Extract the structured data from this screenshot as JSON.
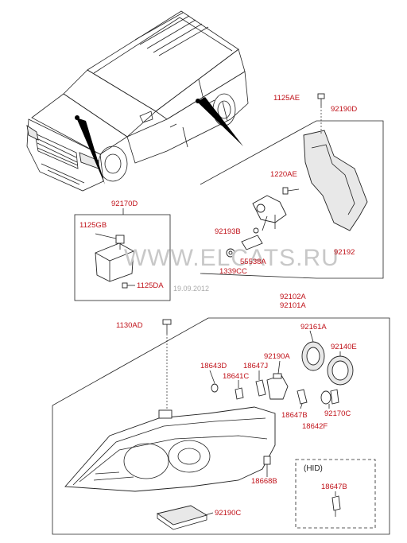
{
  "watermark": {
    "text": "WWW.ELCATS.RU",
    "date": "19.09.2012"
  },
  "hid_box": {
    "label": "(HID)"
  },
  "labels": {
    "p1125AE": "1125AE",
    "p92190D": "92190D",
    "p1220AE": "1220AE",
    "p92193B": "92193B",
    "p55538A": "55538A",
    "p1339CC": "1339CC",
    "p92192": "92192",
    "p92170D": "92170D",
    "p1125GB": "1125GB",
    "p1125DA": "1125DA",
    "p92102A": "92102A",
    "p92101A": "92101A",
    "p1130AD": "1130AD",
    "p92161A": "92161A",
    "p92140E": "92140E",
    "p18643D": "18643D",
    "p18647J": "18647J",
    "p92190A": "92190A",
    "p18641C": "18641C",
    "p18647B": "18647B",
    "p92170C": "92170C",
    "p18642F": "18642F",
    "p18668B": "18668B",
    "p92190C": "92190C",
    "p18647B_hid": "18647B"
  },
  "colors": {
    "label": "#c0121a",
    "line": "#222222",
    "watermark": "#c8c8c8"
  }
}
